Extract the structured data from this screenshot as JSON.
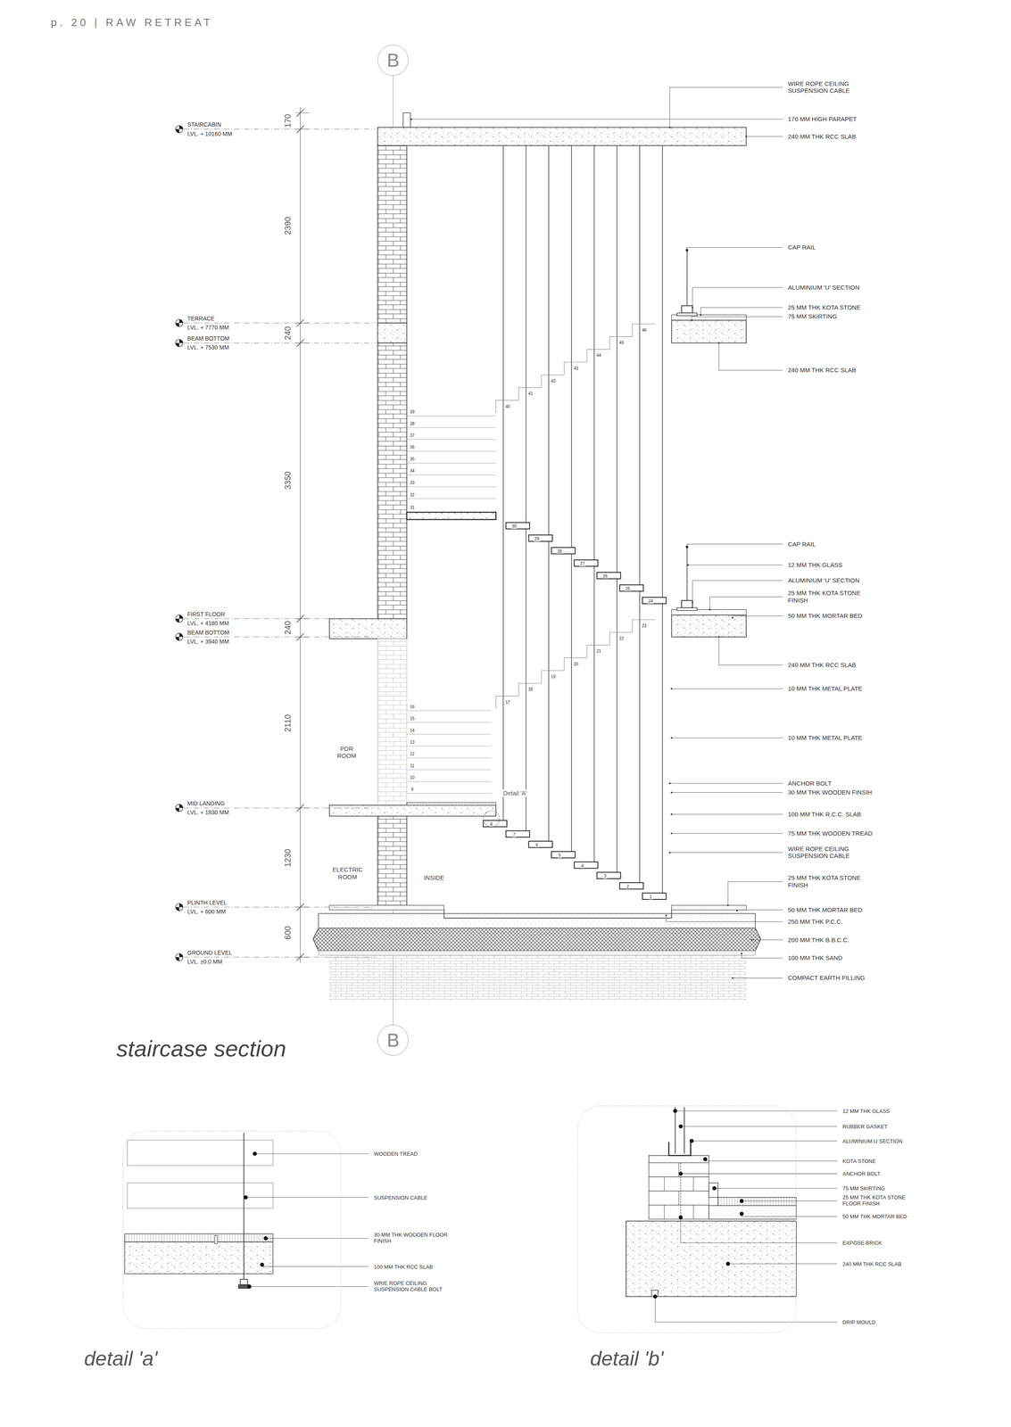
{
  "diagram": {
    "title": "staircase section",
    "nodes": [
      {
        "text": [
          "B"
        ]
      },
      {
        "text": [
          "B"
        ]
      },
      {
        "text": [
          "detail 'a'"
        ]
      },
      {
        "text": [
          "detail 'b'"
        ]
      }
    ],
    "edges": [
      {
        "from": 0,
        "to": 1,
        "arrow": "none"
      }
    ],
    "labels": [
      "p. 20 | RAW RETREAT",
      "STAIRCABIN",
      "LVL. + 10160 MM",
      "TERRACE",
      "LVL. + 7770 MM",
      "BEAM BOTTOM",
      "LVL. + 7530 MM",
      "FIRST FLOOR",
      "LVL. + 4180 MM",
      "BEAM BOTTOM",
      "LVL. + 3940 MM",
      "MID LANDING",
      "LVL. + 1830 MM",
      "PLINTH LEVEL",
      "LVL. + 600 MM",
      "GROUND LEVEL",
      "LVL. ±0.0 MM",
      "170",
      "2390",
      "240",
      "3350",
      "240",
      "2110",
      "1230",
      "600",
      "PDR ROOM",
      "ELECTRIC ROOM",
      "INSIDE",
      "Detail 'A'",
      "1",
      "2",
      "3",
      "4",
      "5",
      "6",
      "7",
      "8",
      "9",
      "10",
      "11",
      "12",
      "13",
      "14",
      "15",
      "16",
      "17",
      "18",
      "19",
      "20",
      "21",
      "22",
      "23",
      "24",
      "25",
      "26",
      "27",
      "28",
      "29",
      "30",
      "31",
      "32",
      "33",
      "34",
      "35",
      "36",
      "37",
      "38",
      "39",
      "40",
      "41",
      "42",
      "43",
      "44",
      "45",
      "46",
      "WIRE ROPE CEILING SUSPENSION CABLE",
      "170 MM HIGH PARAPET",
      "240 MM THK RCC SLAB",
      "CAP RAIL",
      "ALUMINIUM 'U' SECTION",
      "25 MM THK KOTA STONE",
      "75 MM SKIRTING",
      "240 MM THK RCC SLAB",
      "CAP RAIL",
      "12 MM THK GLASS",
      "ALUMINIUM 'U' SECTION",
      "25 MM THK KOTA STONE FINISH",
      "50 MM THK MORTAR BED",
      "240 MM THK RCC SLAB",
      "10 MM THK METAL PLATE",
      "10 MM THK METAL PLATE",
      "ANCHOR BOLT",
      "30 MM THK WOODEN FINSIH",
      "100 MM THK R.C.C. SLAB",
      "75 MM THK WOODEN TREAD",
      "WIRE ROPE CEILING SUSPENSION CABLE",
      "25 MM THK KOTA STONE FINISH",
      "50 MM THK MORTAR BED",
      "250 MM THK P.C.C.",
      "200 MM THK B.B.C.C.",
      "100 MM THK SAND",
      "COMPACT EARTH FILLING",
      "WOODEN TREAD",
      "SUSPENSION CABLE",
      "30 MM THK WOODEN FLOOR FINISH",
      "100 MM THK RCC SLAB",
      "WRIE ROPE CEILING SUSPENSION CABLE BOLT",
      "12 MM THK GLASS",
      "RUBBER GASKET",
      "ALUMINIUM U SECTION",
      "KOTA STONE",
      "ANCHOR BOLT",
      "75 MM SKIRTING",
      "25 MM THK KOTA STONE FLOOR FINISH",
      "50 MM THK MORTAR BED",
      "EXPOSE BRICK",
      "240 MM THK RCC SLAB",
      "DRIP MOULD"
    ]
  }
}
